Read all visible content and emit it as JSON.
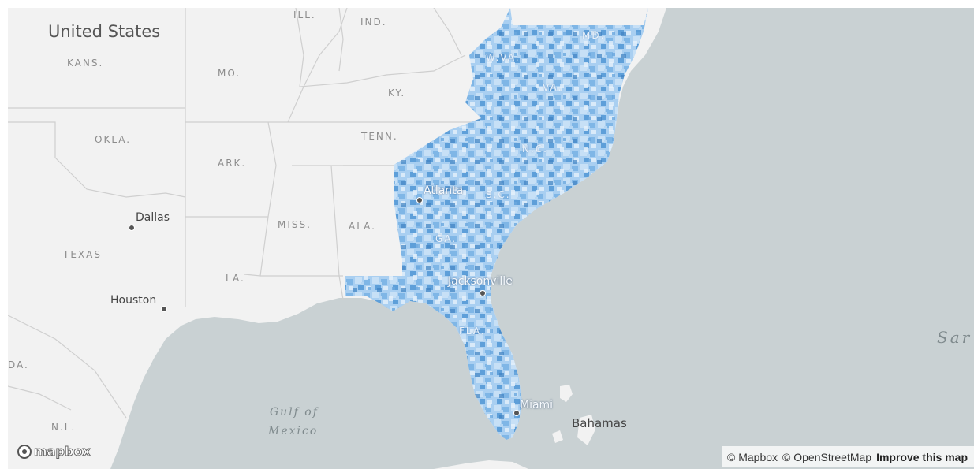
{
  "map": {
    "country_labels": [
      {
        "id": "united-states",
        "text": "United States"
      },
      {
        "id": "bahamas",
        "text": "Bahamas"
      }
    ],
    "state_labels": [
      {
        "id": "ill",
        "text": "ILL."
      },
      {
        "id": "ind",
        "text": "IND."
      },
      {
        "id": "kans",
        "text": "KANS."
      },
      {
        "id": "mo",
        "text": "MO."
      },
      {
        "id": "ky",
        "text": "KY."
      },
      {
        "id": "okla",
        "text": "OKLA."
      },
      {
        "id": "tenn",
        "text": "TENN."
      },
      {
        "id": "ark",
        "text": "ARK."
      },
      {
        "id": "miss",
        "text": "MISS."
      },
      {
        "id": "ala",
        "text": "ALA."
      },
      {
        "id": "texas",
        "text": "TEXAS"
      },
      {
        "id": "la",
        "text": "LA."
      },
      {
        "id": "nl",
        "text": "N.L."
      },
      {
        "id": "da",
        "text": "DA."
      },
      {
        "id": "wva",
        "text": "W.VA."
      },
      {
        "id": "md",
        "text": "MD."
      },
      {
        "id": "va",
        "text": "VA."
      },
      {
        "id": "nc",
        "text": "N.C."
      },
      {
        "id": "sc",
        "text": "S.C."
      },
      {
        "id": "ga",
        "text": "GA."
      },
      {
        "id": "fla",
        "text": "FLA."
      }
    ],
    "city_labels": [
      {
        "id": "dallas",
        "text": "Dallas"
      },
      {
        "id": "houston",
        "text": "Houston"
      },
      {
        "id": "atlanta",
        "text": "Atlanta"
      },
      {
        "id": "jacksonville",
        "text": "Jacksonville"
      },
      {
        "id": "miami",
        "text": "Miami"
      }
    ],
    "water_labels": [
      {
        "id": "gulf-line1",
        "text": "Gulf of"
      },
      {
        "id": "gulf-line2",
        "text": "Mexico"
      },
      {
        "id": "sargasso",
        "text": "Sar"
      }
    ],
    "colors": {
      "land": "#f2f2f2",
      "water": "#c9d1d3",
      "border": "#cfcfcf",
      "choropleth_light": "#d6e8f8",
      "choropleth_mid": "#9ec9ef",
      "choropleth_dark": "#2f74b5"
    }
  },
  "branding": {
    "logo_text": "mapbox",
    "logo_icon": "mapbox-logo-icon"
  },
  "attribution": {
    "mapbox": "© Mapbox",
    "osm": "© OpenStreetMap",
    "improve": "Improve this map"
  }
}
